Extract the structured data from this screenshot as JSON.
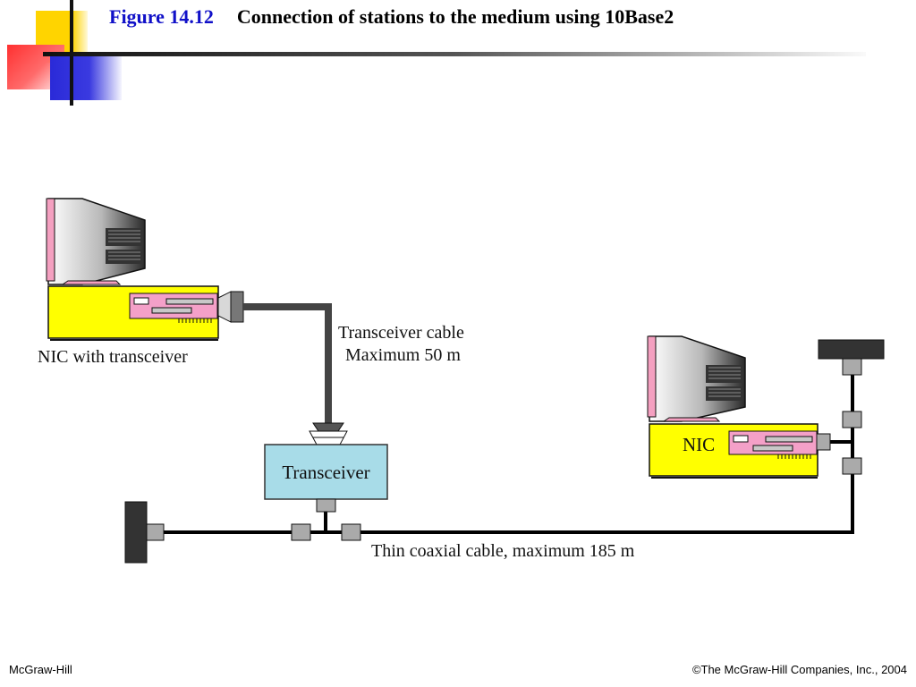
{
  "title": {
    "figure_number": "Figure 14.12",
    "caption": "Connection of stations to the medium using 10Base2"
  },
  "diagram": {
    "left_station_label": "NIC with transceiver",
    "transceiver_cable_label": "Transceiver cable",
    "transceiver_cable_max": "Maximum 50 m",
    "transceiver_label": "Transceiver",
    "right_station_label": "NIC",
    "coax_label": "Thin coaxial cable, maximum 185 m"
  },
  "footer": {
    "publisher": "McGraw-Hill",
    "copyright": "©The McGraw-Hill Companies, Inc., 2004"
  },
  "colors": {
    "monitor_accent": "#f4a0c0",
    "cpu_body": "#ffff00",
    "nic_card": "#f4a0c8",
    "transceiver_box": "#a8dce8",
    "title_figure": "#1010c8"
  }
}
